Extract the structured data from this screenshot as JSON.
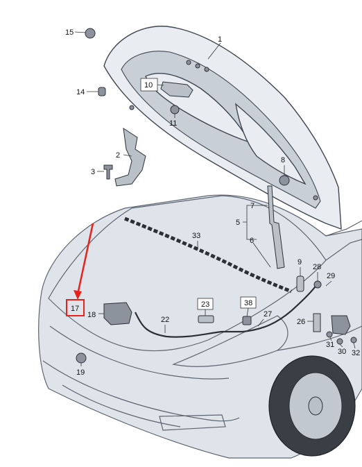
{
  "callouts": {
    "n1": "1",
    "n2": "2",
    "n3": "3",
    "n5": "5",
    "n6": "6",
    "n7": "7",
    "n8": "8",
    "n9": "9",
    "n10": "10",
    "n11": "11",
    "n14": "14",
    "n15": "15",
    "n17": "17",
    "n18": "18",
    "n19": "19",
    "n22": "22",
    "n23": "23",
    "n26": "26",
    "n27": "27",
    "n28": "28",
    "n29": "29",
    "n30": "30",
    "n31": "31",
    "n32": "32",
    "n33": "33",
    "n38": "38"
  },
  "highlight": {
    "color": "#e8211c",
    "target": "17"
  }
}
